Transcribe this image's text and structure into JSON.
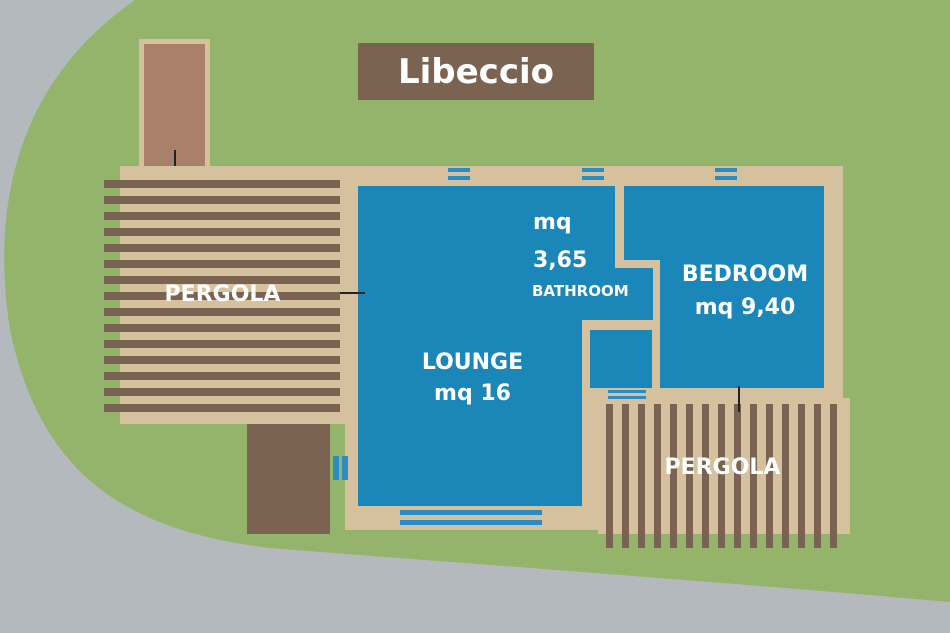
{
  "title": "Libeccio",
  "rooms": {
    "pergola_left": {
      "name": "PERGOLA"
    },
    "lounge": {
      "name": "LOUNGE",
      "area": "mq 16"
    },
    "bathroom": {
      "area_prefix": "mq",
      "area_value": "3,65",
      "name": "BATHROOM"
    },
    "bedroom": {
      "name": "BEDROOM",
      "area": "mq 9,40"
    },
    "pergola_right": {
      "name": "PERGOLA"
    }
  },
  "colors": {
    "grass": "#93b46a",
    "road": "#b3b9bd",
    "wall": "#d6c19f",
    "room": "#1b86b8",
    "window": "#2a8cc0",
    "wood_slat": "#7a6350",
    "wood_light": "#cdb08e",
    "deck": "#a9806a",
    "deck_dark": "#7a6350",
    "title_bg": "#7a6350"
  }
}
